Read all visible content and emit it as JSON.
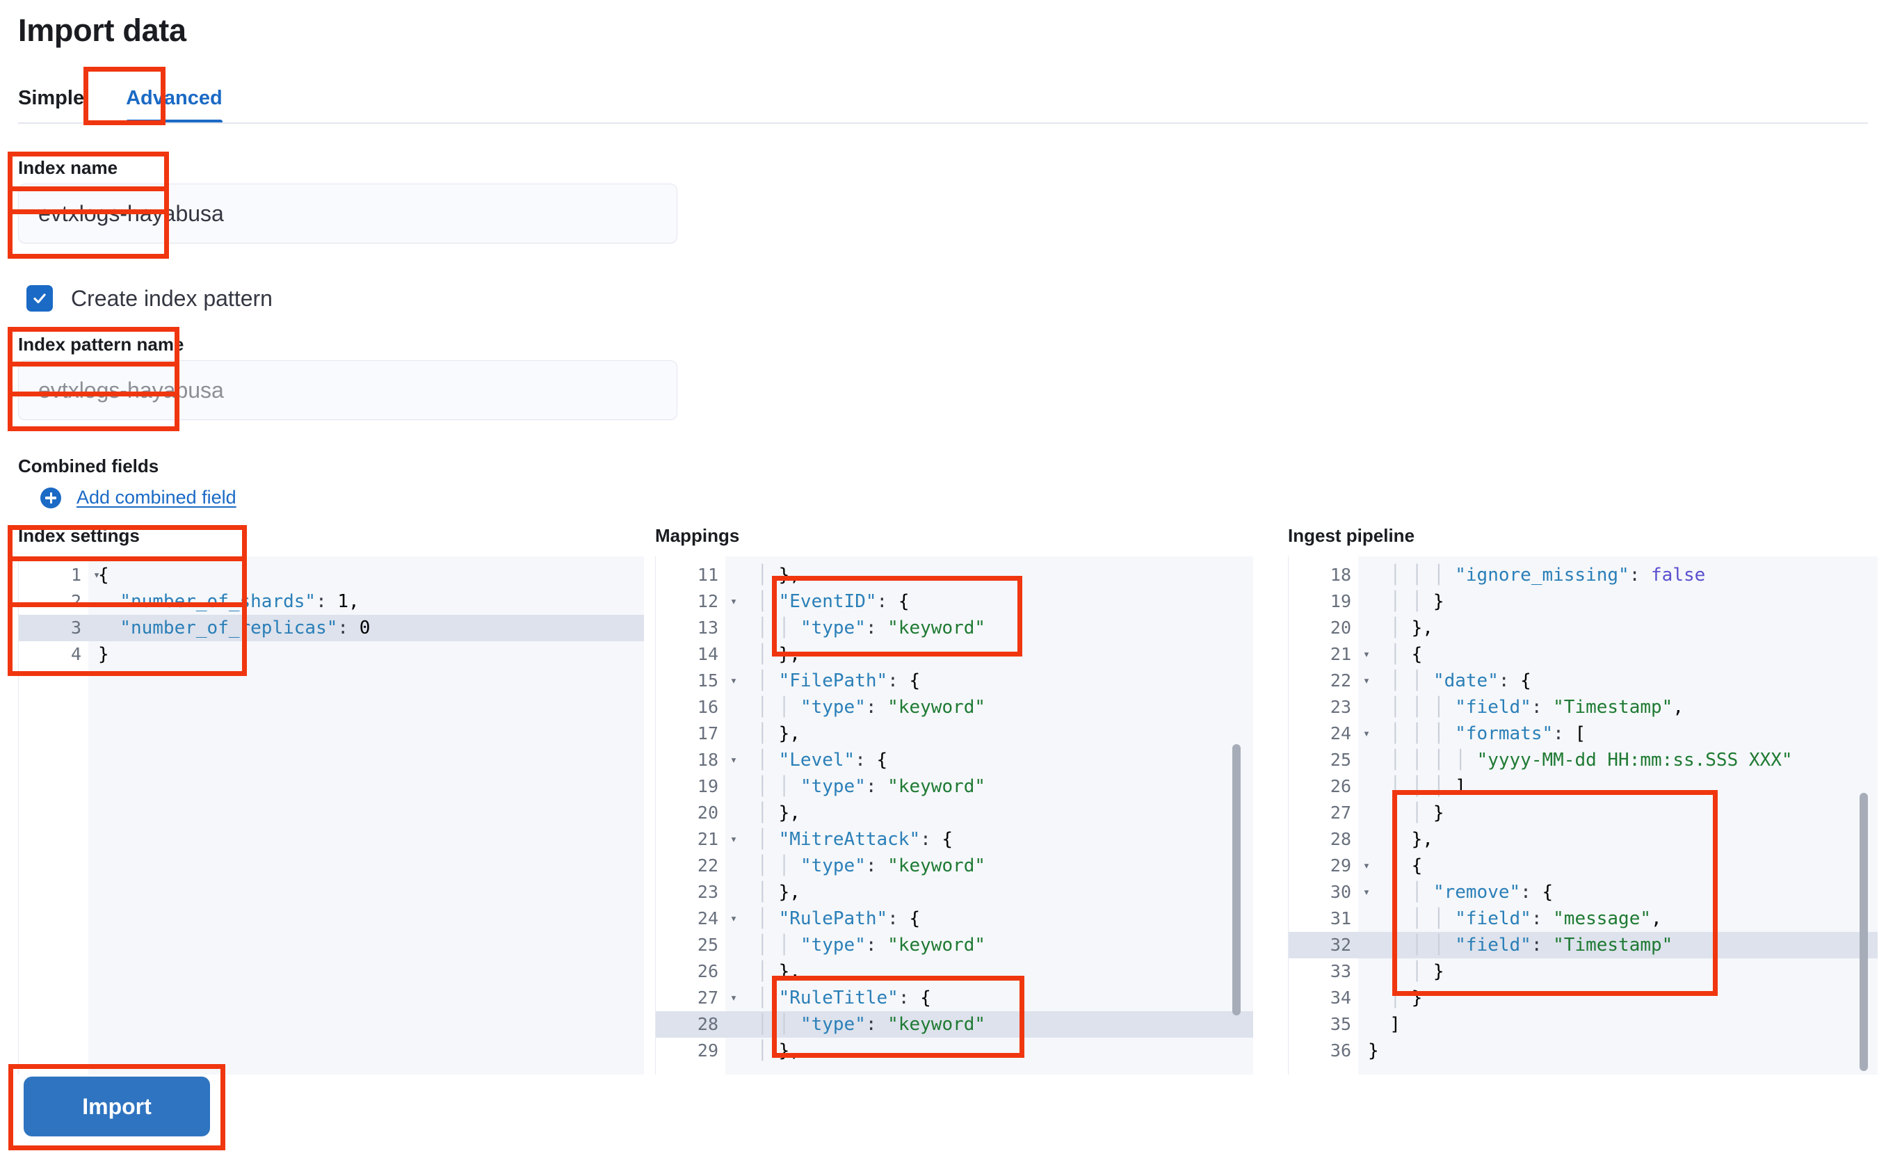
{
  "page": {
    "title": "Import data"
  },
  "tabs": [
    {
      "label": "Simple",
      "active": false
    },
    {
      "label": "Advanced",
      "active": true
    }
  ],
  "form": {
    "index_name": {
      "label": "Index name",
      "value": "evtxlogs-hayabusa"
    },
    "create_index_pattern": {
      "label": "Create index pattern",
      "checked": true
    },
    "index_pattern_name": {
      "label": "Index pattern name",
      "placeholder": "evtxlogs-hayabusa"
    },
    "combined_fields": {
      "label": "Combined fields",
      "add_label": "Add combined field"
    }
  },
  "editors": {
    "index_settings": {
      "title": "Index settings",
      "lines": [
        {
          "n": "1",
          "fold": true,
          "text": "{"
        },
        {
          "n": "2",
          "fold": false,
          "text": "  \"number_of_shards\": 1,"
        },
        {
          "n": "3",
          "fold": false,
          "text": "  \"number_of_replicas\": 0",
          "highlight": true
        },
        {
          "n": "4",
          "fold": false,
          "text": "}"
        }
      ]
    },
    "mappings": {
      "title": "Mappings",
      "lines": [
        {
          "n": "11",
          "fold": false,
          "text": "    },"
        },
        {
          "n": "12",
          "fold": true,
          "text": "    \"EventID\": {"
        },
        {
          "n": "13",
          "fold": false,
          "text": "      \"type\": \"keyword\""
        },
        {
          "n": "14",
          "fold": false,
          "text": "    },"
        },
        {
          "n": "15",
          "fold": true,
          "text": "    \"FilePath\": {"
        },
        {
          "n": "16",
          "fold": false,
          "text": "      \"type\": \"keyword\""
        },
        {
          "n": "17",
          "fold": false,
          "text": "    },"
        },
        {
          "n": "18",
          "fold": true,
          "text": "    \"Level\": {"
        },
        {
          "n": "19",
          "fold": false,
          "text": "      \"type\": \"keyword\""
        },
        {
          "n": "20",
          "fold": false,
          "text": "    },"
        },
        {
          "n": "21",
          "fold": true,
          "text": "    \"MitreAttack\": {"
        },
        {
          "n": "22",
          "fold": false,
          "text": "      \"type\": \"keyword\""
        },
        {
          "n": "23",
          "fold": false,
          "text": "    },"
        },
        {
          "n": "24",
          "fold": true,
          "text": "    \"RulePath\": {"
        },
        {
          "n": "25",
          "fold": false,
          "text": "      \"type\": \"keyword\""
        },
        {
          "n": "26",
          "fold": false,
          "text": "    },"
        },
        {
          "n": "27",
          "fold": true,
          "text": "    \"RuleTitle\": {"
        },
        {
          "n": "28",
          "fold": false,
          "text": "      \"type\": \"keyword\"",
          "highlight": true
        },
        {
          "n": "29",
          "fold": false,
          "text": "    },"
        }
      ]
    },
    "ingest_pipeline": {
      "title": "Ingest pipeline",
      "lines": [
        {
          "n": "18",
          "fold": false,
          "text": "        \"ignore_missing\": false"
        },
        {
          "n": "19",
          "fold": false,
          "text": "      }"
        },
        {
          "n": "20",
          "fold": false,
          "text": "    },"
        },
        {
          "n": "21",
          "fold": true,
          "text": "    {"
        },
        {
          "n": "22",
          "fold": true,
          "text": "      \"date\": {"
        },
        {
          "n": "23",
          "fold": false,
          "text": "        \"field\": \"Timestamp\","
        },
        {
          "n": "24",
          "fold": true,
          "text": "        \"formats\": ["
        },
        {
          "n": "25",
          "fold": false,
          "text": "          \"yyyy-MM-dd HH:mm:ss.SSS XXX\""
        },
        {
          "n": "26",
          "fold": false,
          "text": "        ]"
        },
        {
          "n": "27",
          "fold": false,
          "text": "      }"
        },
        {
          "n": "28",
          "fold": false,
          "text": "    },"
        },
        {
          "n": "29",
          "fold": true,
          "text": "    {"
        },
        {
          "n": "30",
          "fold": true,
          "text": "      \"remove\": {"
        },
        {
          "n": "31",
          "fold": false,
          "text": "        \"field\": \"message\","
        },
        {
          "n": "32",
          "fold": false,
          "text": "        \"field\": \"Timestamp\"",
          "highlight": true
        },
        {
          "n": "33",
          "fold": false,
          "text": "      }"
        },
        {
          "n": "34",
          "fold": false,
          "text": "    }"
        },
        {
          "n": "35",
          "fold": false,
          "text": "  ]"
        },
        {
          "n": "36",
          "fold": false,
          "text": "}"
        }
      ]
    }
  },
  "actions": {
    "import_label": "Import"
  },
  "colors": {
    "accent": "#1b6ac5",
    "button": "#2f74c0",
    "annotation": "#f0360f",
    "editor_bg": "#f5f7fa",
    "highlight_line": "#dde2ec",
    "string": "#1f7a33",
    "key": "#2a7fb8",
    "boolean": "#5a4fcf"
  }
}
